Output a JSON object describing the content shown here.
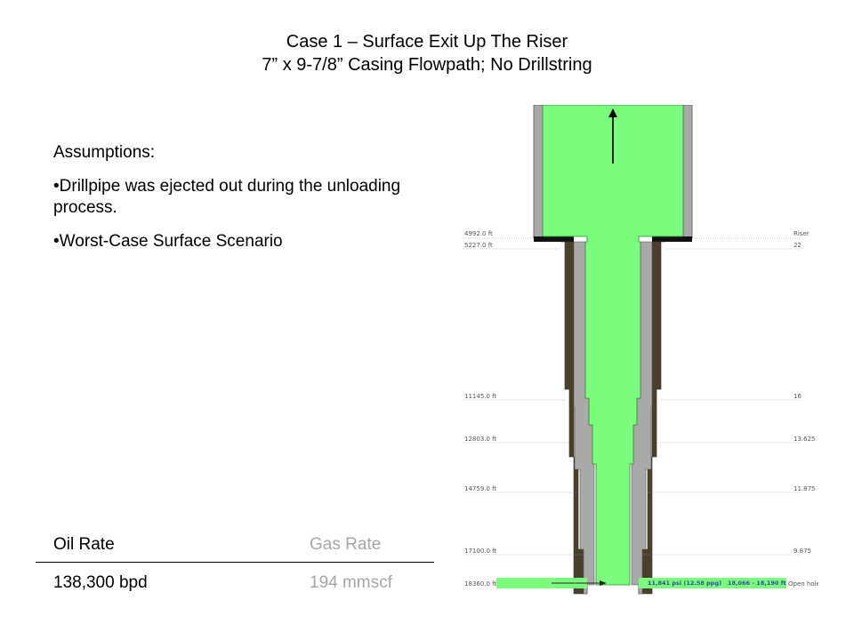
{
  "title": {
    "line1": "Case 1 – Surface Exit Up The Riser",
    "line2": "7” x 9-7/8” Casing Flowpath; No Drillstring"
  },
  "assumptions": {
    "heading": "Assumptions:",
    "bullets": [
      "Drillpipe was ejected out during the unloading process.",
      "Worst-Case Surface Scenario"
    ]
  },
  "rates": {
    "oil_label": "Oil Rate",
    "gas_label": "Gas Rate",
    "oil_value": "138,300 bpd",
    "gas_value": "194 mmscf"
  },
  "wellbore": {
    "depths": [
      {
        "depth": "4992.0 ft",
        "size": "Riser"
      },
      {
        "depth": "5227.0 ft",
        "size": "22"
      },
      {
        "depth": "11145.0 ft",
        "size": "16"
      },
      {
        "depth": "12803.0 ft",
        "size": "13.625"
      },
      {
        "depth": "14759.0 ft",
        "size": "11.875"
      },
      {
        "depth": "17100.0 ft",
        "size": "9.875"
      },
      {
        "depth": "18360.0 ft",
        "size": "Open hole"
      }
    ],
    "bottom_pressure": "11,841 psi (12.58 ppg)",
    "bottom_interval": "18,066 - 18,190 ft",
    "colors": {
      "flow": "#7cfc7c",
      "casing": "#a9a9a9",
      "cement": "#4a3f2c"
    }
  }
}
